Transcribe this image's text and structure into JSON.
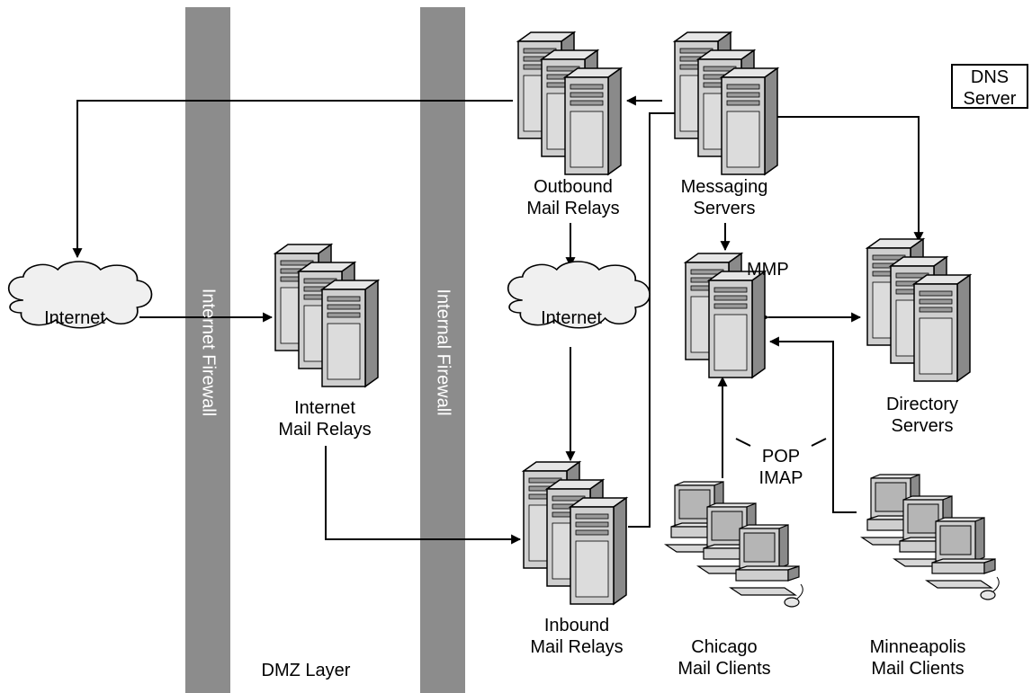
{
  "firewalls": {
    "internet": "Internet Firewall",
    "internal": "Internal Firewall"
  },
  "zone": {
    "dmz": "DMZ Layer"
  },
  "nodes": {
    "internet_left": "Internet",
    "internet_mid": "Internet",
    "internet_relays": [
      "Internet",
      "Mail Relays"
    ],
    "outbound_relays": [
      "Outbound",
      "Mail Relays"
    ],
    "messaging_servers": [
      "Messaging",
      "Servers"
    ],
    "inbound_relays": [
      "Inbound",
      "Mail Relays"
    ],
    "mmp": "MMP",
    "directory_servers": [
      "Directory",
      "Servers"
    ],
    "dns_server": [
      "DNS",
      "Server"
    ],
    "chicago_clients": [
      "Chicago",
      "Mail Clients"
    ],
    "minneapolis_clients": [
      "Minneapolis",
      "Mail Clients"
    ]
  },
  "protocols": [
    "POP",
    "IMAP"
  ],
  "colors": {
    "firewall": "#8c8c8c",
    "server": "#c8c8c8",
    "server_dark": "#7a7a7a"
  }
}
